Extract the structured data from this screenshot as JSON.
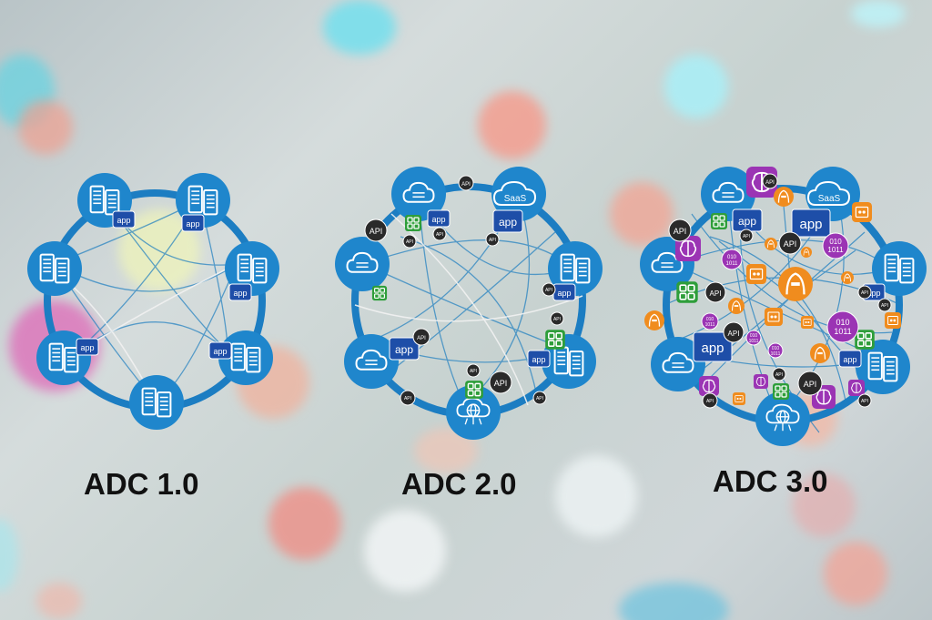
{
  "diagrams": [
    {
      "id": "adc1",
      "title": "ADC 1.0",
      "badge_text": "app"
    },
    {
      "id": "adc2",
      "title": "ADC 2.0",
      "badge_text": "app",
      "api_text": "API",
      "saas_text": "SaaS"
    },
    {
      "id": "adc3",
      "title": "ADC 3.0",
      "badge_text": "app",
      "api_text": "API",
      "saas_text": "SaaS",
      "binary_text_top": "010",
      "binary_text_bottom": "1011"
    }
  ],
  "colors": {
    "ring": "#1c7dc2",
    "node": "#1f86cc",
    "app_badge": "#1e4ea8",
    "api_badge": "#2a2a2a",
    "green_module": "#2e9e3a",
    "purple": "#9b34b4",
    "orange": "#f08c1e"
  },
  "icons": {
    "server": "server-rack-icon",
    "cloud": "cloud-icon",
    "brain": "brain-icon",
    "hacker": "hooded-hacker-icon",
    "modules": "green-modules-icon",
    "globe": "cloud-globe-icon"
  }
}
